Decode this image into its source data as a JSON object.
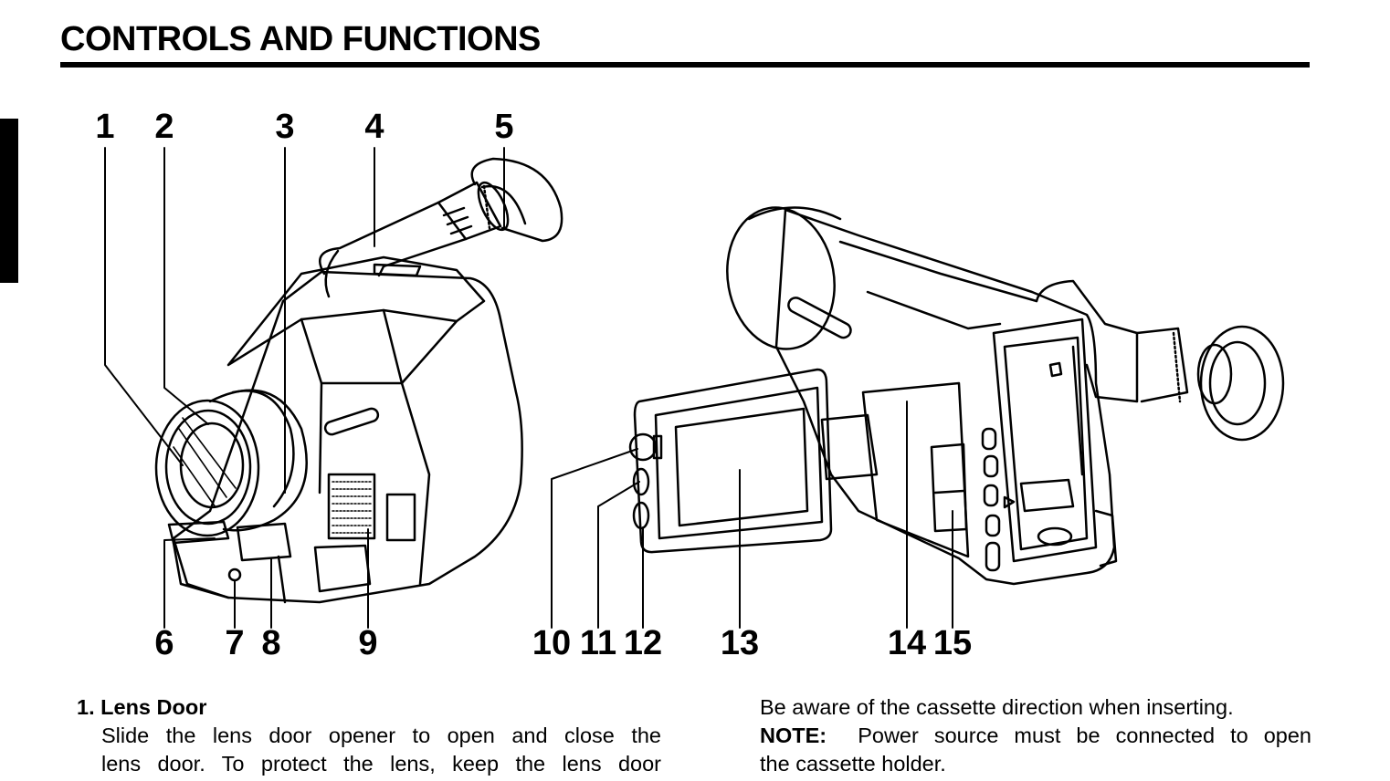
{
  "header": {
    "title": "CONTROLS AND FUNCTIONS"
  },
  "callouts": [
    {
      "num": "1"
    },
    {
      "num": "2"
    },
    {
      "num": "3"
    },
    {
      "num": "4"
    },
    {
      "num": "5"
    },
    {
      "num": "6"
    },
    {
      "num": "7"
    },
    {
      "num": "8"
    },
    {
      "num": "9"
    },
    {
      "num": "10"
    },
    {
      "num": "11"
    },
    {
      "num": "12"
    },
    {
      "num": "13"
    },
    {
      "num": "14"
    },
    {
      "num": "15"
    }
  ],
  "left_column": {
    "item_number": "1.",
    "item_title": "Lens Door",
    "lines": [
      "Slide the lens door opener to open and close the",
      "lens door.  To protect the lens, keep the lens door"
    ]
  },
  "right_column": {
    "line1": "Be aware of the cassette direction when inserting.",
    "note_label": "NOTE:",
    "note_line1": "Power source must be connected to open",
    "note_line2": "the cassette holder."
  }
}
